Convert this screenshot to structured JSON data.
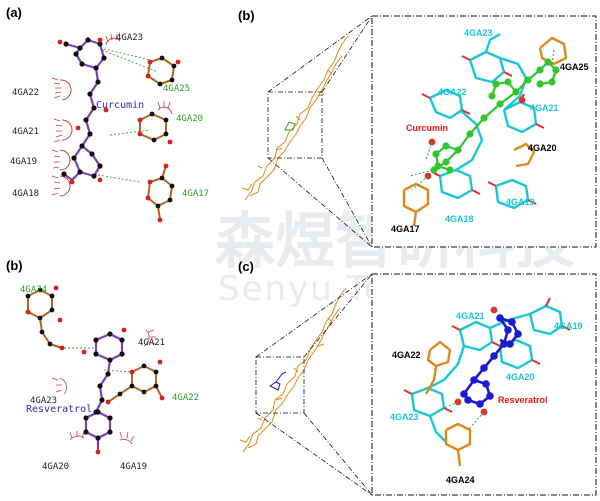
{
  "panels": {
    "a": {
      "label": "(a)",
      "ligand": "Curcumin",
      "residues_black": [
        "4GA23",
        "4GA22",
        "4GA21",
        "4GA19",
        "4GA18"
      ],
      "residues_green": [
        "4GA25",
        "4GA20",
        "4GA17"
      ]
    },
    "b_top": {
      "label": "(b)",
      "ligand": "Curcumin",
      "residues_cyan": [
        "4GA23",
        "4GA22",
        "4GA21",
        "4GA18",
        "4GA19"
      ],
      "residues_black": [
        "4GA25",
        "4GA20",
        "4GA17"
      ]
    },
    "b_bottom": {
      "label": "(b)",
      "ligand": "Resveratrol",
      "residues_black": [
        "4GA21",
        "4GA23",
        "4GA20",
        "4GA19"
      ],
      "residues_green": [
        "4GA24",
        "4GA22"
      ]
    },
    "c": {
      "label": "(c)",
      "ligand": "Resveratrol",
      "residues_cyan": [
        "4GA21",
        "4GA19",
        "4GA20",
        "4GA23"
      ],
      "residues_black": [
        "4GA22",
        "4GA24"
      ]
    }
  },
  "watermark": {
    "line1": "森煜智研科技",
    "line2": "Senyu Technology"
  },
  "colors": {
    "bond": "#7b3fc4",
    "carbon": "#111111",
    "oxygen": "#d81e1e",
    "hbond": "#2ea82e",
    "hydrophobic": "#cf3d3d",
    "sugar_bond": "#b5651d",
    "cyan_residue": "#18c6d8",
    "orange_residue": "#e0891b",
    "curcumin_green": "#33c52c",
    "resveratrol_blue": "#1a1ad0"
  }
}
